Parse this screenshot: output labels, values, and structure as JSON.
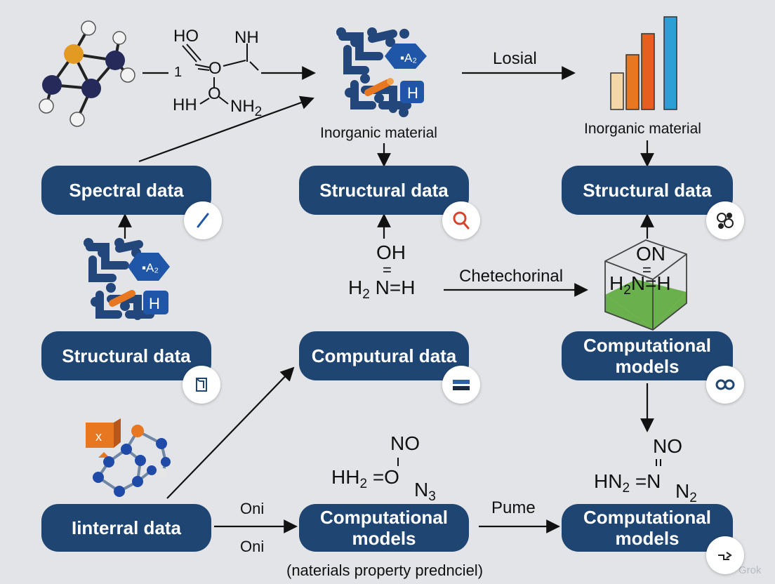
{
  "nodes": {
    "spectral": "Spectral data",
    "structural_top_mid": "Structural data",
    "structural_top_right": "Structural data",
    "structural_left": "Structural data",
    "computural": "Computural data",
    "computational_right": "Computational\nmodels",
    "interral": "Iinterral data",
    "computational_bottom_mid": "Computational\nmodels",
    "computational_bottom_right": "Computational\nmodels"
  },
  "labels": {
    "inorganic_mid": "Inorganic material",
    "inorganic_right": "Inorganic material",
    "losial": "Losial",
    "chetechorinal": "Chetechorinal",
    "oni_top": "Oni",
    "oni_bottom": "Oni",
    "pume": "Pume",
    "caption": "(naterials property prednciel)",
    "watermark": "Grok"
  },
  "formulas": {
    "top_left": {
      "ho": "HO",
      "nh": "NH",
      "one": "1",
      "o_mid": "O",
      "hh": "HH",
      "nh2": "NH",
      "nh2_sub": "2"
    },
    "mid": {
      "oh": "OH",
      "h2": "H",
      "h2_sub": "2",
      "n": "N",
      "eq": "=",
      "h": "H"
    },
    "cube": {
      "on": "ON",
      "h2": "H",
      "h2_sub": "2",
      "n": "N",
      "h": "H"
    },
    "bottom_mid": {
      "no": "NO",
      "hh": "HH",
      "hh_sub": "2",
      "eqo": "=O",
      "n3": "N",
      "n3_sub": "3"
    },
    "bottom_right": {
      "no": "NO",
      "hn": "HN",
      "hn_sub": "2",
      "eqn": "=N",
      "n2": "N",
      "n2_sub": "2"
    }
  },
  "icons": {
    "top_left_molecule": "molecule-ball-stick-icon",
    "mid_material": "inorganic-material-icon",
    "bar_chart": "bar-chart-icon",
    "left_material": "inorganic-material-icon",
    "left_molecule": "molecule-network-icon",
    "spectral_badge": "pen-line-icon",
    "structural_mid_badge": "magnifier-icon",
    "structural_right_badge": "molecule-badge-icon",
    "structural_left_badge": "cube-badge-icon",
    "computural_badge": "layers-icon",
    "computational_right_badge": "infinity-icon",
    "computational_bottom_right_badge": "flow-arrow-icon"
  },
  "colors": {
    "background": "#e3e4e7",
    "node": "#1f4572",
    "accent_orange": "#e87722",
    "accent_green": "#6ab04c",
    "accent_blue": "#2e9fd6"
  }
}
